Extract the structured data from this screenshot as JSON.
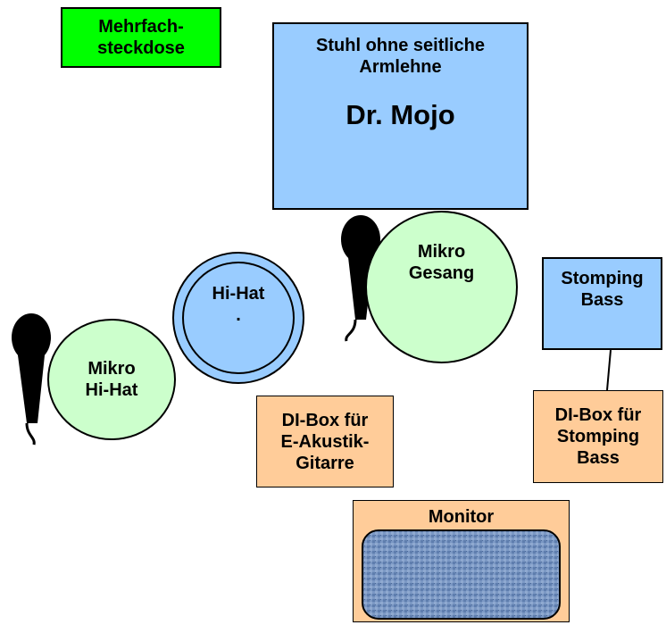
{
  "colors": {
    "green": "#00ff00",
    "blue": "#99ccff",
    "light_green": "#ccffcc",
    "orange": "#ffcc99",
    "monitor_fabric": "#6b8ab8"
  },
  "power_strip": {
    "line1": "Mehrfach-",
    "line2": "steckdose"
  },
  "chair": {
    "line1": "Stuhl ohne seitliche",
    "line2": "Armlehne",
    "name": "Dr. Mojo"
  },
  "hihat": {
    "line1": "Hi-Hat",
    "line2": "."
  },
  "mic_vocal": {
    "line1": "Mikro",
    "line2": "Gesang"
  },
  "mic_hihat": {
    "line1": "Mikro",
    "line2": "Hi-Hat"
  },
  "stomping_bass": {
    "line1": "Stomping",
    "line2": "Bass"
  },
  "di_guitar": {
    "line1": "DI-Box für",
    "line2": "E-Akustik-",
    "line3": "Gitarre"
  },
  "di_bass": {
    "line1": "DI-Box für",
    "line2": "Stomping",
    "line3": "Bass"
  },
  "monitor": {
    "label": "Monitor"
  },
  "icons": [
    "microphone-icon",
    "microphone-icon"
  ]
}
